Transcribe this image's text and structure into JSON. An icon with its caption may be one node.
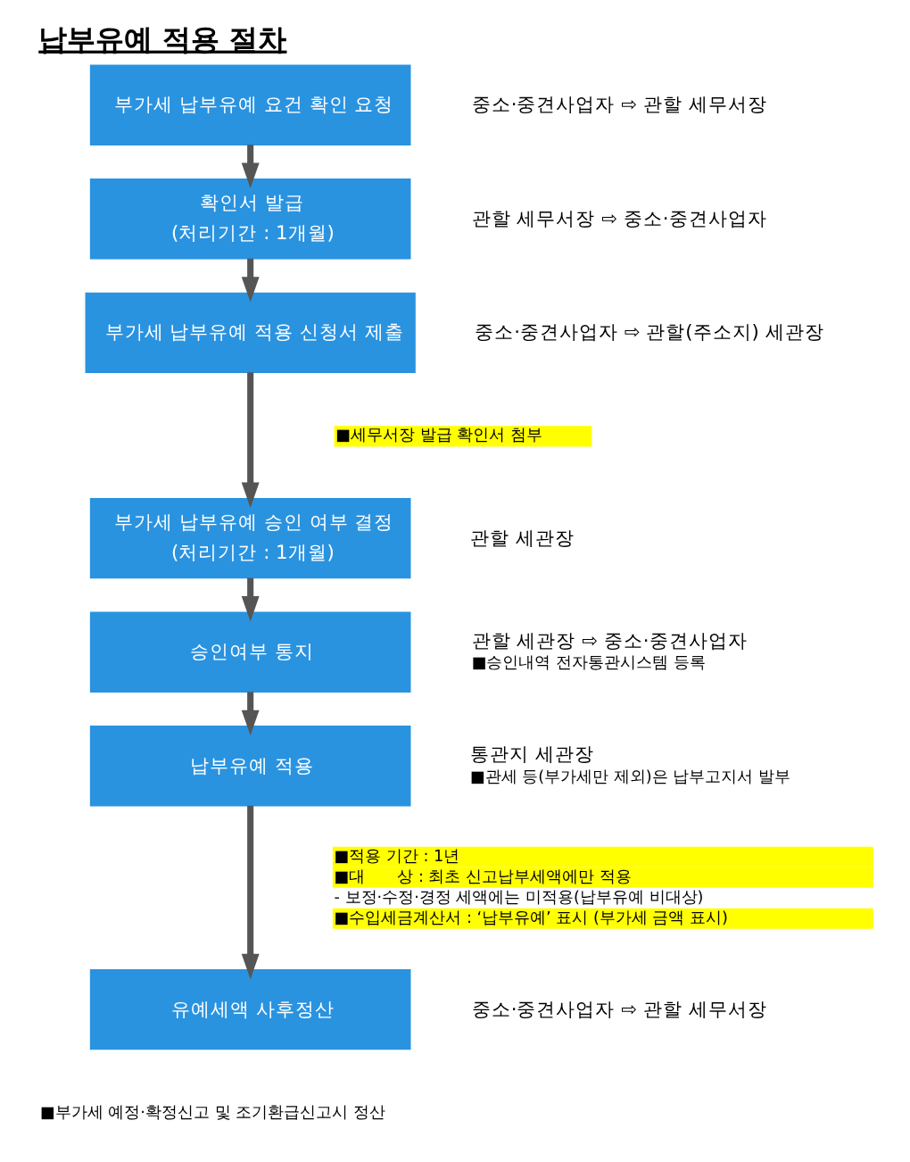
{
  "diagram": {
    "title": "납부유예 적용 절차",
    "nodes": [
      {
        "text": [
          "부가세 납부유예 요건 확인 요청"
        ],
        "beside": [
          "중소·중견사업자 ⇨ 관할 세무서장"
        ]
      },
      {
        "text": [
          "확인서 발급",
          "(처리기간 : 1개월)"
        ],
        "beside": [
          "관할 세무서장 ⇨ 중소·중견사업자"
        ]
      },
      {
        "text": [
          "부가세 납부유예 적용 신청서 제출"
        ],
        "beside": [
          "중소·중견사업자 ⇨ 관할(주소지) 세관장"
        ]
      },
      {
        "text": [
          "부가세 납부유예 승인 여부 결정",
          "(처리기간 : 1개월)"
        ],
        "beside": [
          "관할 세관장"
        ]
      },
      {
        "text": [
          "승인여부 통지"
        ],
        "beside": [
          "관할 세관장 ⇨ 중소·중견사업자",
          "■승인내역 전자통관시스템 등록"
        ]
      },
      {
        "text": [
          "납부유예 적용"
        ],
        "beside": [
          "통관지 세관장",
          "■관세 등(부가세만 제외)은 납부고지서 발부"
        ]
      },
      {
        "text": [
          "유예세액 사후정산"
        ],
        "beside": [
          "중소·중견사업자 ⇨ 관할 세무서장"
        ]
      }
    ],
    "edges": [
      {
        "from": 0,
        "to": 1,
        "arrow": "to"
      },
      {
        "from": 1,
        "to": 2,
        "arrow": "to"
      },
      {
        "from": 2,
        "to": 3,
        "arrow": "to"
      },
      {
        "from": 3,
        "to": 4,
        "arrow": "to"
      },
      {
        "from": 4,
        "to": 5,
        "arrow": "to"
      },
      {
        "from": 5,
        "to": 6,
        "arrow": "to"
      }
    ],
    "labels": [
      "■세무서장 발급 확인서 첨부",
      "■적용 기간 : 1년",
      "■대　　상 : 최초 신고납부세액에만 적용",
      "- 보정·수정·경정 세액에는 미적용(납부유예 비대상)",
      "■수입세금계산서 : ‘납부유예’ 표시 (부가세 금액 표시)",
      "■부가세 예정·확정신고 및 조기환급신고시 정산"
    ]
  }
}
